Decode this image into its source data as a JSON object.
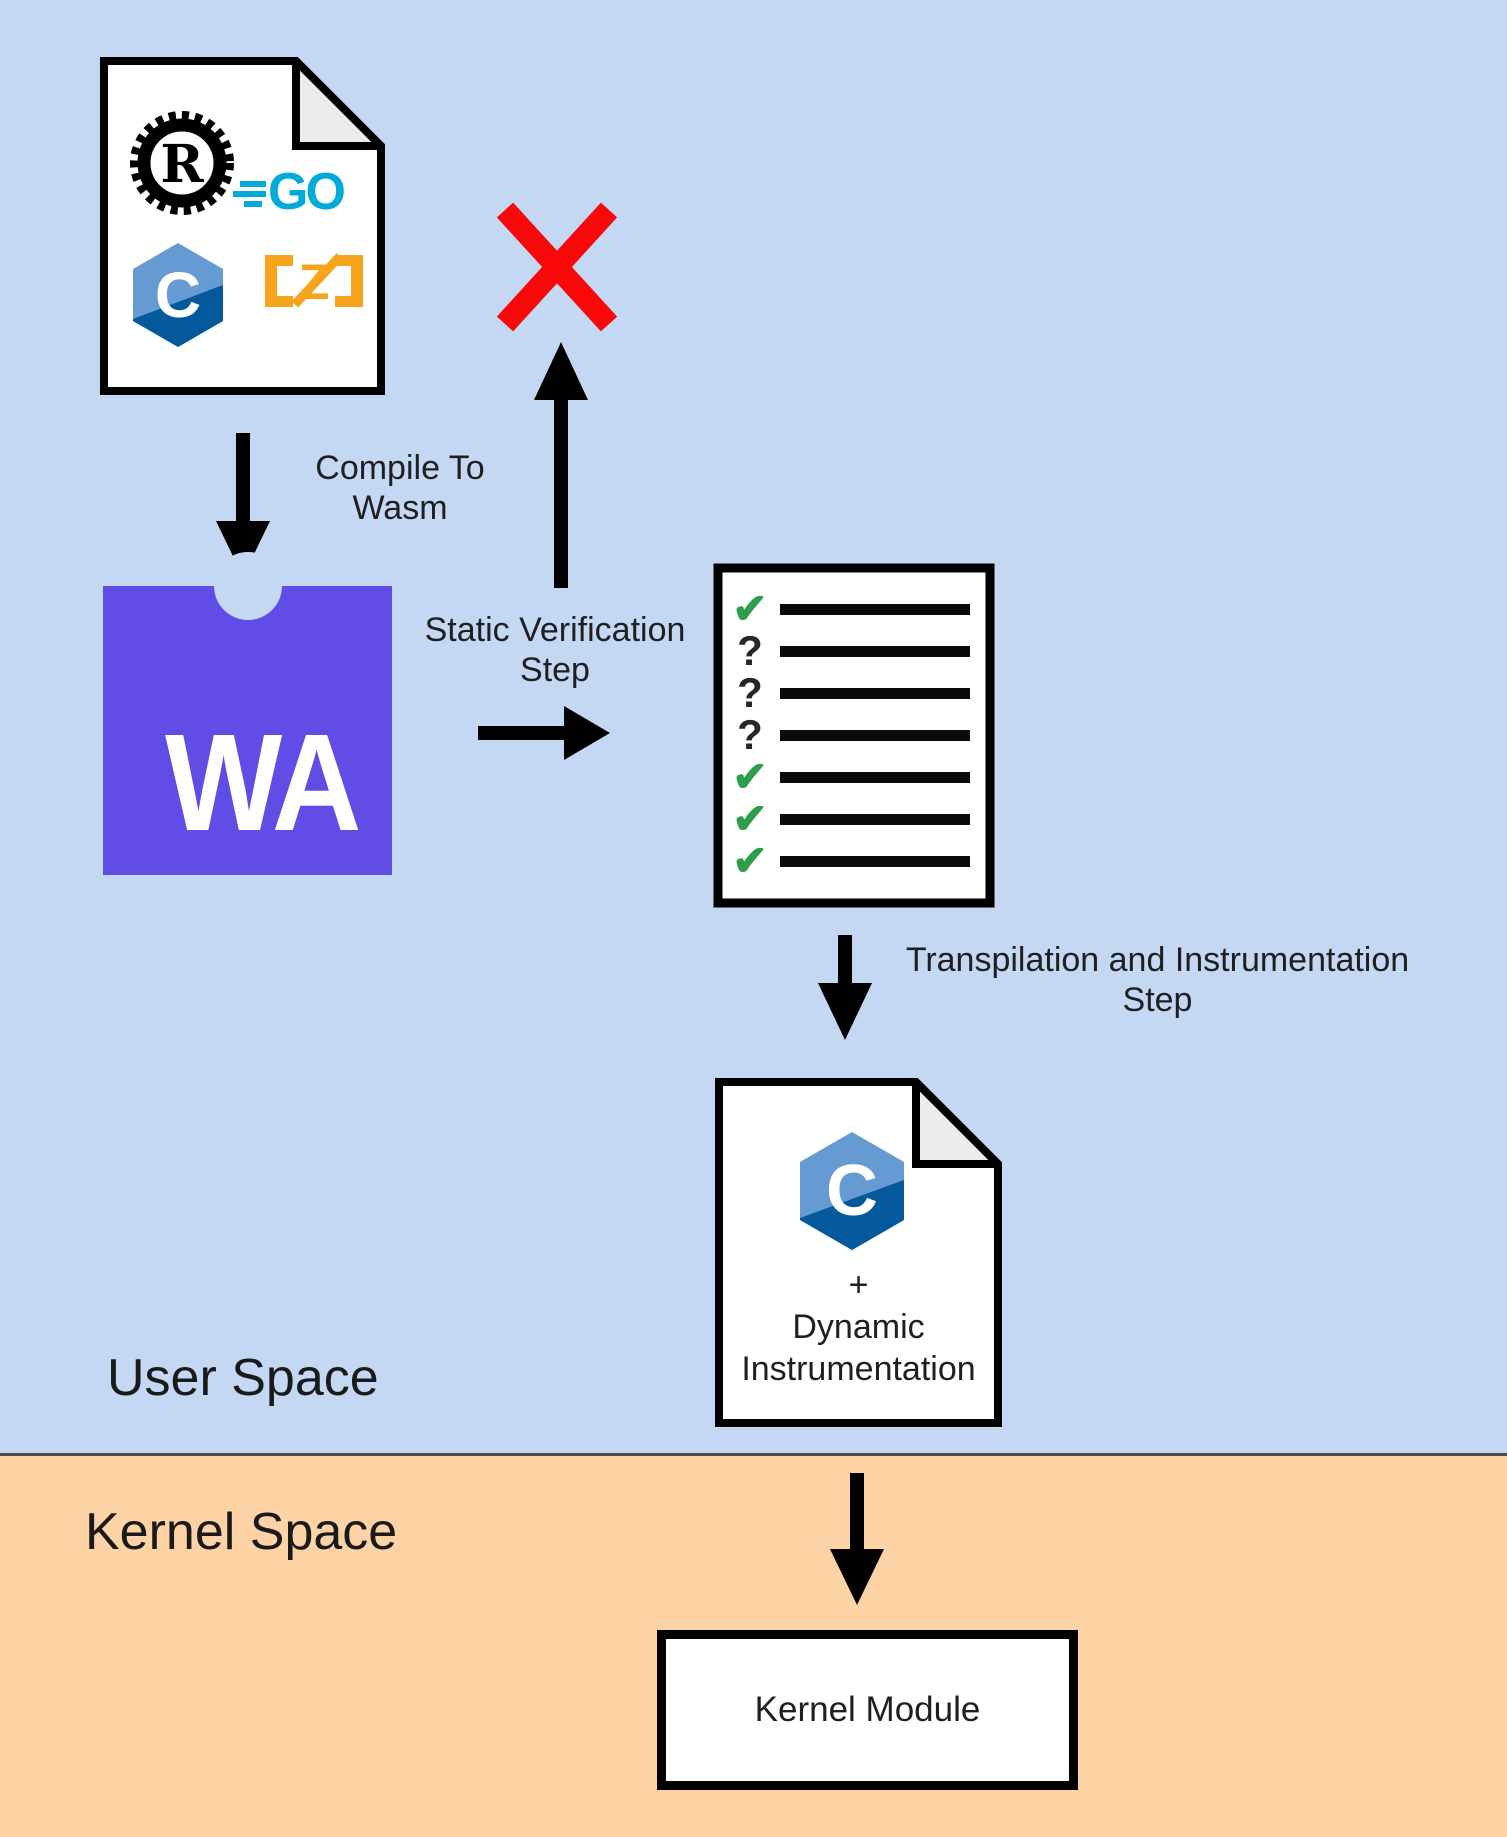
{
  "diagram": {
    "regions": {
      "user_space": {
        "label": "User Space",
        "bg_color": "#c4d8f4"
      },
      "kernel_space": {
        "label": "Kernel Space",
        "bg_color": "#fdd3a6"
      }
    },
    "source_doc": {
      "rust_letter": "R",
      "go_text": "GO",
      "zig_letter": "Z",
      "c_letter": "C",
      "icon_colors": {
        "rust": "#000000",
        "go": "#00acd7",
        "zig": "#f7a41d",
        "c_light": "#659ad2",
        "c_dark": "#03599c"
      }
    },
    "edges": {
      "compile": {
        "line1": "Compile To",
        "line2": "Wasm"
      },
      "verify": {
        "line1": "Static Verification",
        "line2": "Step"
      },
      "transpile": {
        "line1": "Transpilation and Instrumentation",
        "line2": "Step"
      }
    },
    "fail_mark": {
      "color": "#f80808"
    },
    "wasm_logo": {
      "text": "WA",
      "color": "#5f4de6"
    },
    "checklist": {
      "check_color": "#2e9e4c",
      "rows": [
        {
          "glyph": "✔",
          "cls": "cl-sym pass"
        },
        {
          "glyph": "?",
          "cls": "cl-sym unknown"
        },
        {
          "glyph": "?",
          "cls": "cl-sym unknown"
        },
        {
          "glyph": "?",
          "cls": "cl-sym unknown"
        },
        {
          "glyph": "✔",
          "cls": "cl-sym pass"
        },
        {
          "glyph": "✔",
          "cls": "cl-sym pass"
        },
        {
          "glyph": "✔",
          "cls": "cl-sym pass"
        }
      ]
    },
    "c_doc": {
      "c_letter": "C",
      "plus": "+",
      "line1": "Dynamic",
      "line2": "Instrumentation"
    },
    "kernel_module": {
      "label": "Kernel Module"
    }
  }
}
